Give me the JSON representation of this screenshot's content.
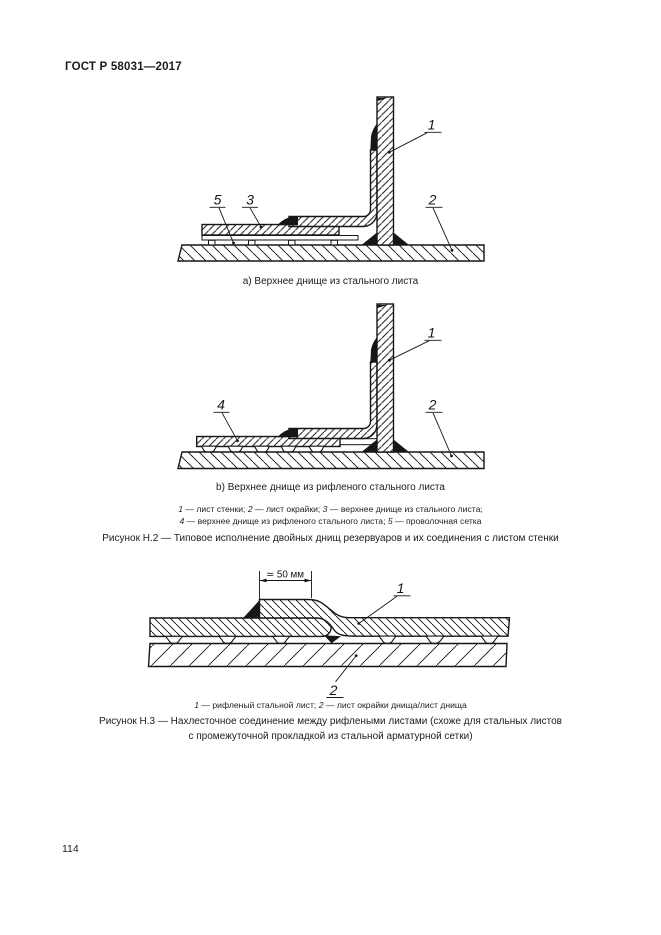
{
  "page": {
    "header": "ГОСТ Р 58031—2017",
    "number": "114"
  },
  "figure_h2": {
    "sub_a": {
      "caption": "а) Верхнее днище из стального листа",
      "labels": {
        "wall": "1",
        "annular": "2",
        "sheet": "3",
        "mesh": "5"
      }
    },
    "sub_b": {
      "caption": "b) Верхнее днище из рифленого стального листа",
      "labels": {
        "wall": "1",
        "annular": "2",
        "riffled": "4"
      }
    },
    "legend_line1": {
      "parts": [
        "1",
        " — лист стенки; ",
        "2",
        " — лист окрайки; ",
        "3",
        " — верхнее днище из стального листа;"
      ]
    },
    "legend_line2": {
      "parts": [
        "4",
        " — верхнее днище из рифленого стального листа; ",
        "5",
        " — проволочная сетка"
      ]
    },
    "caption": "Рисунок Н.2 — Типовое исполнение двойных днищ резервуаров и их соединения с листом стенки"
  },
  "figure_h3": {
    "dimension": "≃ 50 мм",
    "labels": {
      "riffled": "1",
      "annular": "2"
    },
    "legend": {
      "parts": [
        "1",
        " — рифленый стальной лист; ",
        "2",
        " — лист окрайки днища/лист днища"
      ]
    },
    "caption_line1": "Рисунок Н.3 — Нахлесточное соединение между рифлеными листами (схоже для стальных листов",
    "caption_line2": "с промежуточной прокладкой из стальной арматурной сетки)"
  }
}
